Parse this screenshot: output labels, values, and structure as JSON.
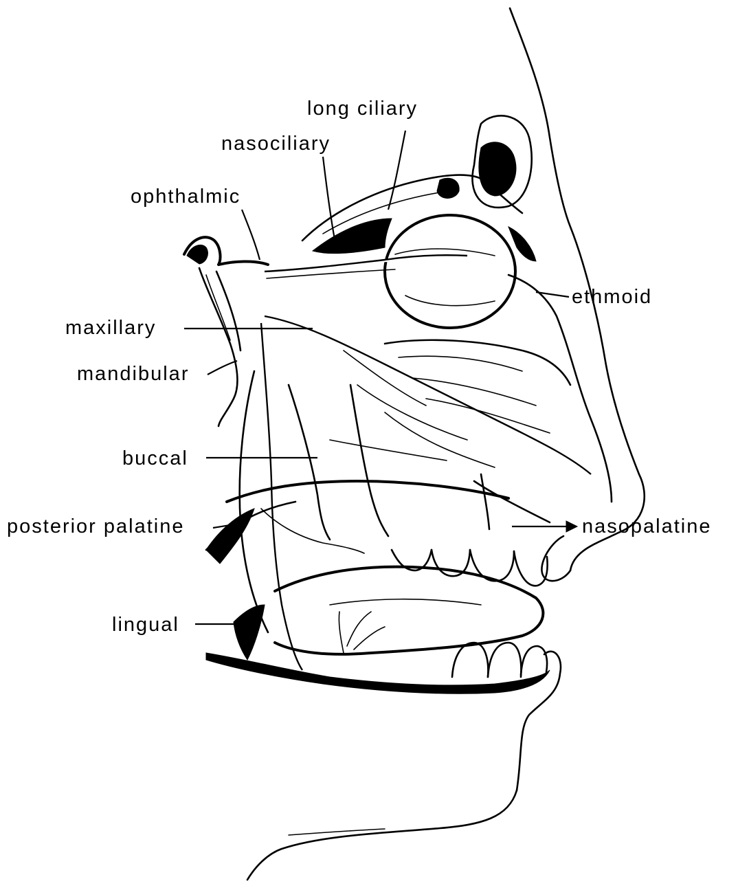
{
  "labels": {
    "long_ciliary": "long ciliary",
    "nasociliary": "nasociliary",
    "ophthalmic": "ophthalmic",
    "ethmoid": "ethmoid",
    "maxillary": "maxillary",
    "mandibular": "mandibular",
    "buccal": "buccal",
    "posterior_palatine": "posterior palatine",
    "nasopalatine": "nasopalatine",
    "lingual": "lingual"
  },
  "colors": {
    "ink": "#000000",
    "paper": "#ffffff"
  }
}
